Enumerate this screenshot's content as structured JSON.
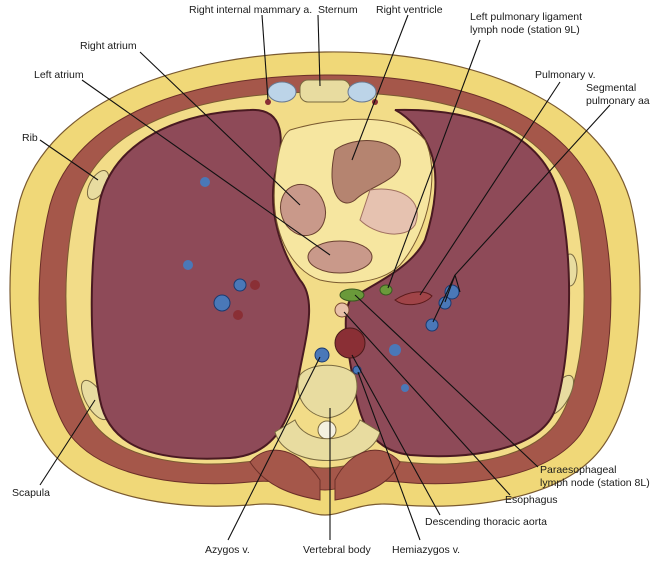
{
  "labels": {
    "right_internal_mammary": "Right internal mammary a.",
    "sternum": "Sternum",
    "right_ventricle": "Right ventricle",
    "left_pulm_lig_line1": "Left pulmonary ligament",
    "left_pulm_lig_line2": "lymph node (station 9L)",
    "right_atrium": "Right atrium",
    "pulmonary_v": "Pulmonary v.",
    "left_atrium": "Left atrium",
    "segmental_line1": "Segmental",
    "segmental_line2": "pulmonary aa.",
    "rib": "Rib",
    "scapula": "Scapula",
    "paraesophageal_line1": "Paraesophageal",
    "paraesophageal_line2": "lymph node (station 8L)",
    "esophagus": "Esophagus",
    "azygos": "Azygos v.",
    "vertebral_body": "Vertebral body",
    "hemiazygos": "Hemiazygos v.",
    "descending_aorta": "Descending thoracic aorta"
  },
  "colors": {
    "fat": "#f0d878",
    "muscle": "#a5574a",
    "lung": "#8e4a58",
    "vein": "#4a78b8",
    "artery": "#8a2f35",
    "heart": "#c9998a",
    "bone": "#e8dca0",
    "lymph": "#6a9a3a"
  }
}
